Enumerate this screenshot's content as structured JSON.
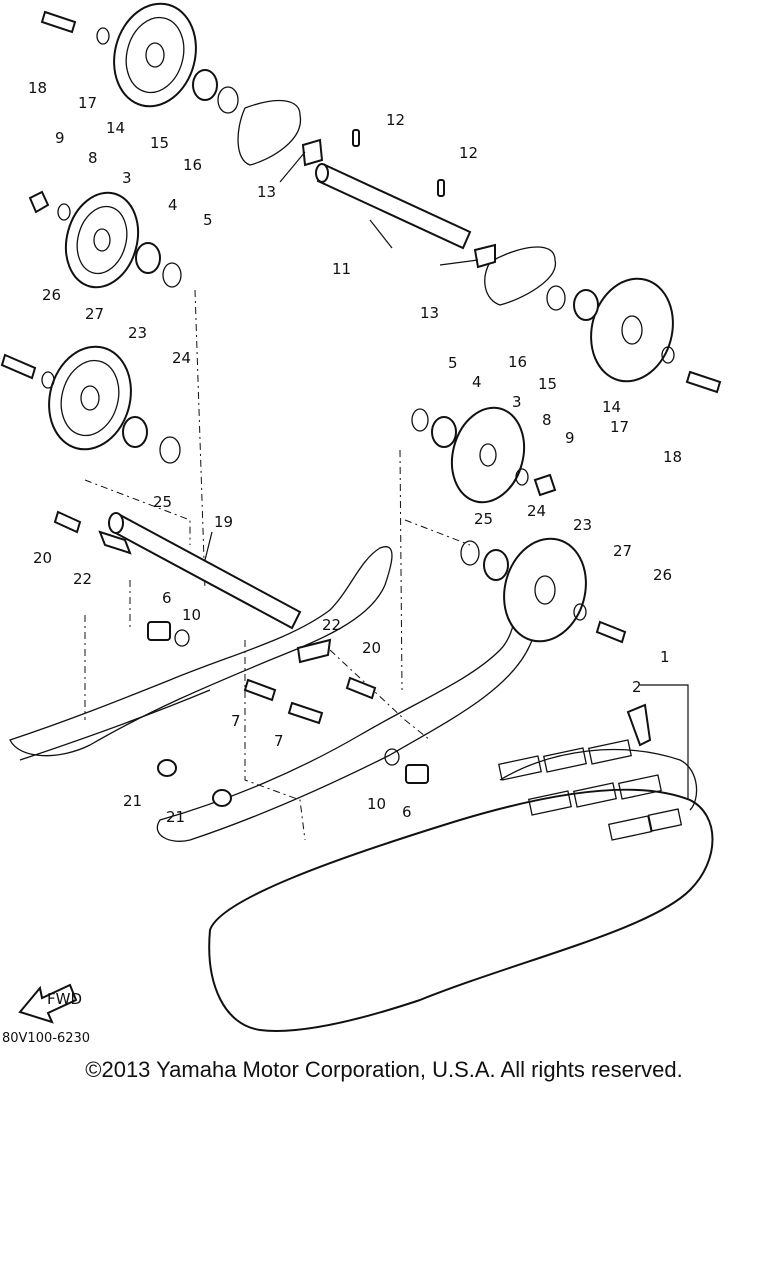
{
  "diagram": {
    "code": "80V100-6230",
    "fwd_label": "FWD",
    "callouts": [
      "1",
      "2",
      "3",
      "3",
      "4",
      "4",
      "5",
      "5",
      "6",
      "6",
      "7",
      "7",
      "8",
      "8",
      "9",
      "9",
      "10",
      "10",
      "11",
      "12",
      "12",
      "13",
      "13",
      "14",
      "14",
      "15",
      "15",
      "16",
      "16",
      "17",
      "17",
      "18",
      "18",
      "19",
      "20",
      "20",
      "21",
      "21",
      "22",
      "22",
      "23",
      "23",
      "24",
      "24",
      "25",
      "25",
      "26",
      "26",
      "27",
      "27"
    ]
  },
  "footer": {
    "copyright": "©2013 Yamaha Motor Corporation, U.S.A. All rights reserved."
  }
}
